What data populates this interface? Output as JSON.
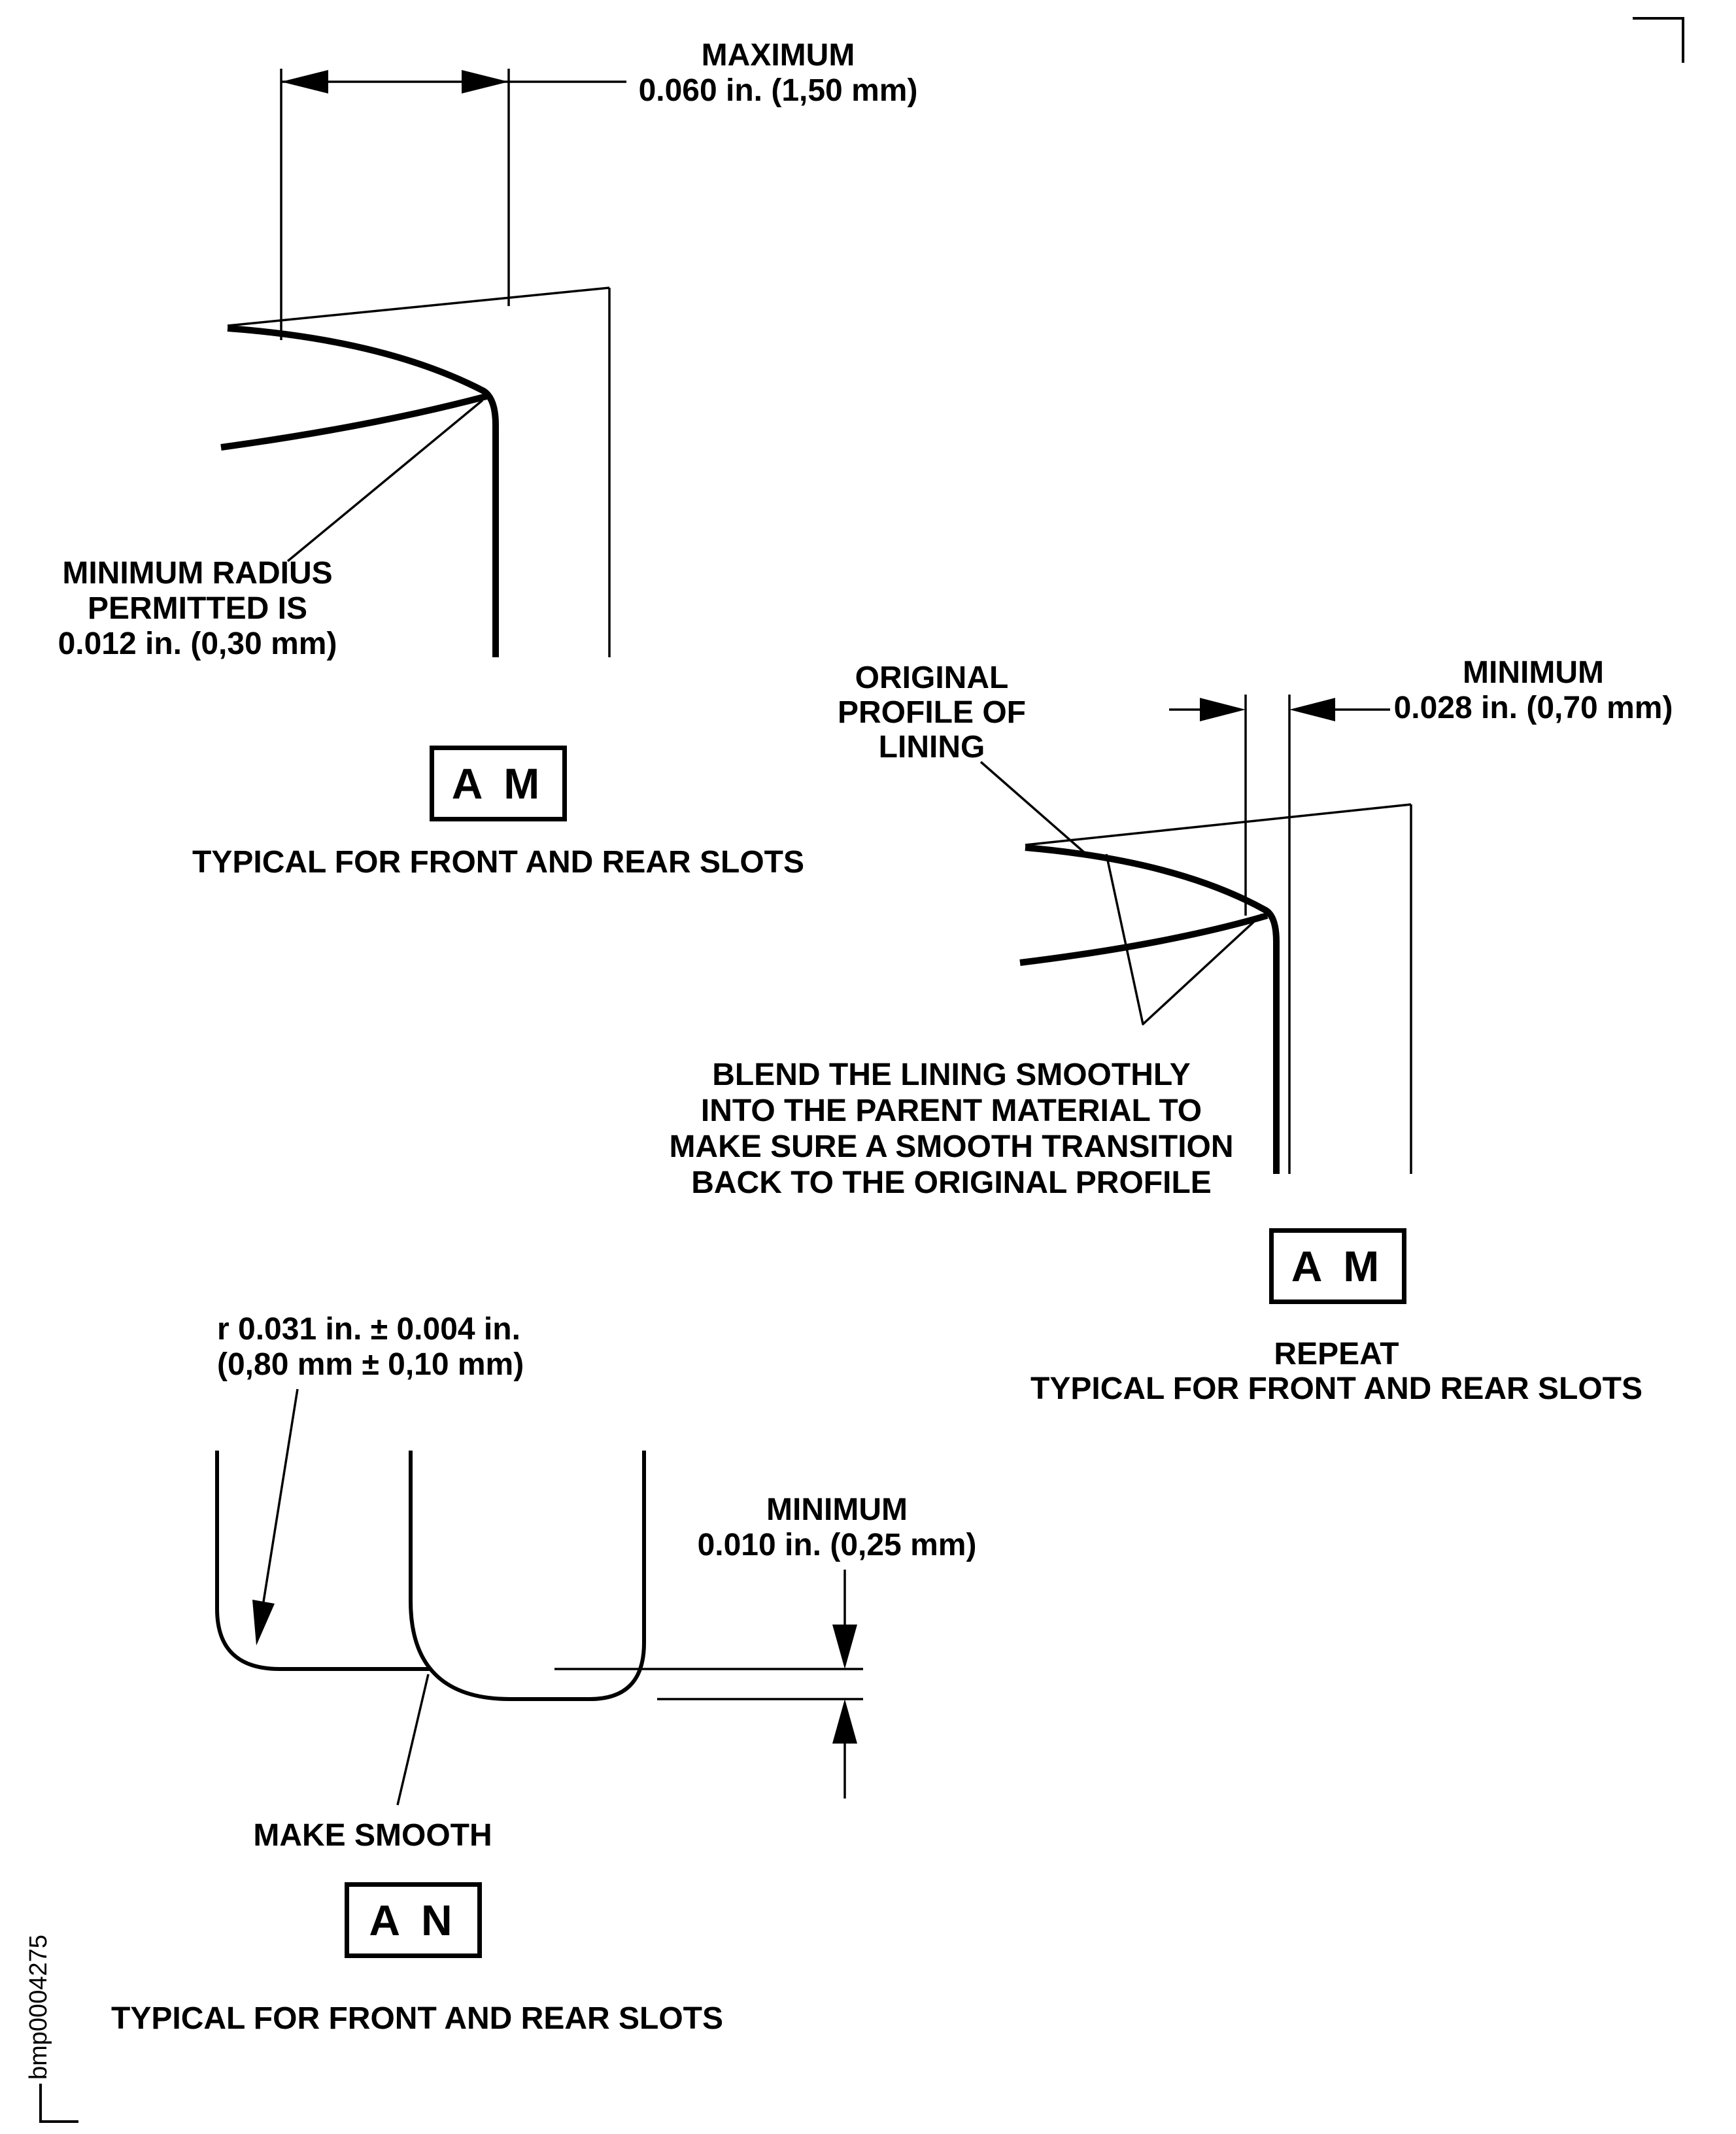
{
  "colors": {
    "ink": "#000000",
    "paper": "#ffffff"
  },
  "detail_top_slot": {
    "max_dim": {
      "line1": "MAXIMUM",
      "line2": "0.060 in. (1,50 mm)"
    },
    "radius_note": {
      "line1": "MINIMUM RADIUS",
      "line2": "PERMITTED IS",
      "line3": "0.012 in. (0,30 mm)"
    },
    "flag": "A M",
    "caption": "TYPICAL FOR FRONT AND REAR SLOTS"
  },
  "detail_blend": {
    "profile_label": {
      "line1": "ORIGINAL",
      "line2": "PROFILE OF",
      "line3": "LINING"
    },
    "min_dim": {
      "line1": "MINIMUM",
      "line2": "0.028 in. (0,70 mm)"
    },
    "blend_note": {
      "line1": "BLEND THE LINING SMOOTHLY",
      "line2": "INTO THE PARENT MATERIAL TO",
      "line3": "MAKE SURE A SMOOTH TRANSITION",
      "line4": "BACK TO THE ORIGINAL PROFILE"
    },
    "flag": "A M",
    "caption": {
      "line1": "REPEAT",
      "line2": "TYPICAL FOR FRONT AND REAR SLOTS"
    }
  },
  "detail_slot_bottom": {
    "radius_label": {
      "line1": "r 0.031 in. ± 0.004 in.",
      "line2": "(0,80 mm ± 0,10 mm)"
    },
    "min_dim": {
      "line1": "MINIMUM",
      "line2": "0.010 in. (0,25 mm)"
    },
    "smooth_label": "MAKE SMOOTH",
    "flag": "A N",
    "caption": "TYPICAL FOR FRONT AND REAR SLOTS"
  },
  "footer": {
    "artifact_id": "bmp0004275"
  }
}
